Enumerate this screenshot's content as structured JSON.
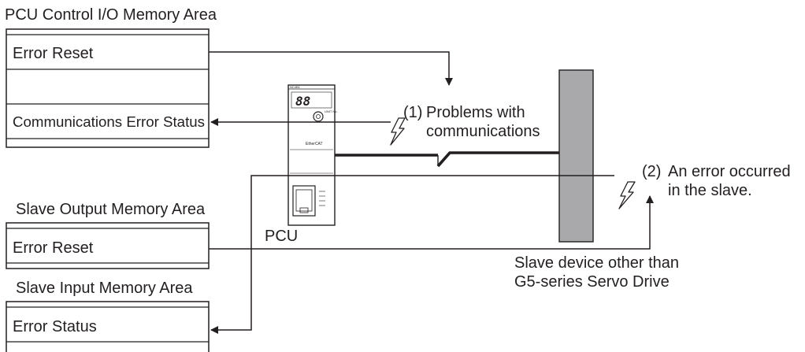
{
  "pcu_control_area": {
    "title": "PCU Control I/O Memory Area",
    "row1": "Error Reset",
    "row2": "",
    "row3": "Communications Error Status"
  },
  "slave_output_area": {
    "title": "Slave Output Memory Area",
    "row1": "Error Reset"
  },
  "slave_input_area": {
    "title": "Slave Input Memory Area",
    "row1": "Error Status"
  },
  "pcu": {
    "label": "PCU",
    "model": "NC4B1",
    "display": "88",
    "unit_no_label": "UNIT No.",
    "brand": "EtherCAT"
  },
  "slave_device": {
    "label_line1": "Slave device other than",
    "label_line2": "G5-series Servo Drive"
  },
  "annotations": {
    "comm_problem_number": "(1)",
    "comm_problem_line1": "Problems with",
    "comm_problem_line2": "communications",
    "slave_error_number": "(2)",
    "slave_error_line1": "An error occurred",
    "slave_error_line2": "in the slave."
  },
  "colors": {
    "line": "#231f20",
    "slave_device_fill": "#a9a9ab"
  }
}
